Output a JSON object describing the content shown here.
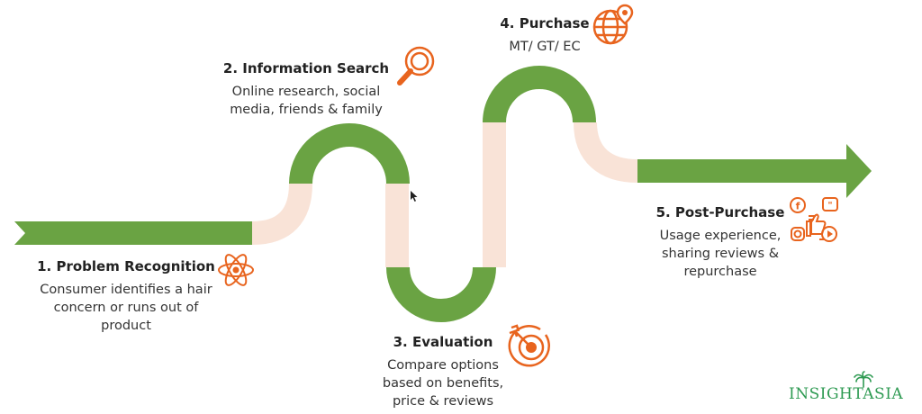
{
  "colors": {
    "green": "#6aa343",
    "peach": "#f9e3d7",
    "orange": "#e8641e",
    "logo_green": "#2e9a52"
  },
  "steps": [
    {
      "title": "1. Problem Recognition",
      "lines": [
        "Consumer identifies a hair",
        "concern or runs out of",
        "product"
      ],
      "icon": "atom-icon"
    },
    {
      "title": "2. Information Search",
      "lines": [
        "Online research, social",
        "media, friends & family"
      ],
      "icon": "magnifier-icon"
    },
    {
      "title": "3. Evaluation",
      "lines": [
        "Compare options",
        "based on benefits,",
        "price & reviews"
      ],
      "icon": "target-icon"
    },
    {
      "title": "4. Purchase",
      "lines": [
        "MT/ GT/ EC"
      ],
      "icon": "globe-pin-icon"
    },
    {
      "title": "5. Post-Purchase",
      "lines": [
        "Usage experience,",
        "sharing reviews &",
        "repurchase"
      ],
      "icon": "social-media-icon"
    }
  ],
  "logo": {
    "text": "INSIGHTASIA"
  }
}
